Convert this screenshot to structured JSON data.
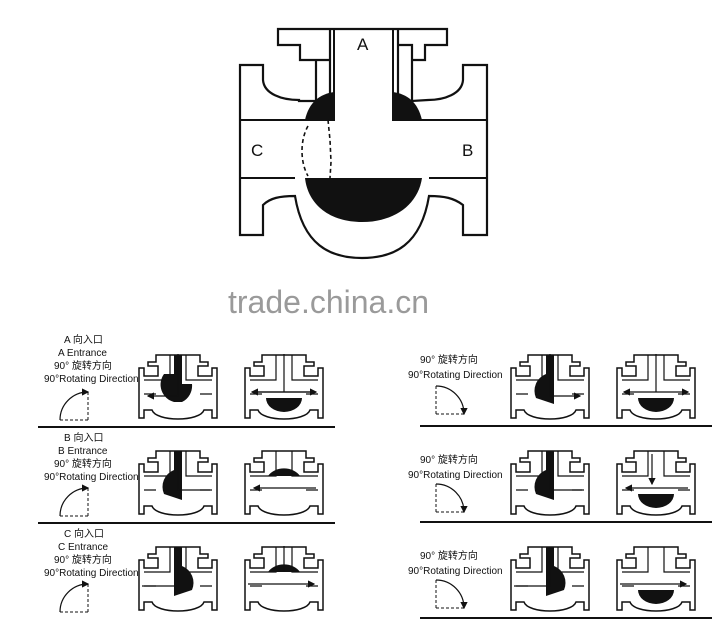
{
  "main_diagram": {
    "port_a": "A",
    "port_b": "B",
    "port_c": "C"
  },
  "watermark": "trade.china.cn",
  "rows": [
    {
      "title_cn": "A 向入口",
      "title_en": "A Entrance",
      "rot_cn": "90°  旋转方向",
      "rot_en": "90°Rotating Direction",
      "right_rot_cn": "90°  旋转方向",
      "right_rot_en": "90°Rotating Direction"
    },
    {
      "title_cn": "B 向入口",
      "title_en": "B Entrance",
      "rot_cn": "90°  旋转方向",
      "rot_en": "90°Rotating Direction",
      "right_rot_cn": "90°  旋转方向",
      "right_rot_en": "90°Rotating Direction"
    },
    {
      "title_cn": "C 向入口",
      "title_en": "C Entrance",
      "rot_cn": "90°  旋转方向",
      "rot_en": "90°Rotating Direction",
      "right_rot_cn": "90°  旋转方向",
      "right_rot_en": "90°Rotating Direction"
    }
  ],
  "colors": {
    "ink": "#111111",
    "watermark": "#9a9a9a"
  }
}
